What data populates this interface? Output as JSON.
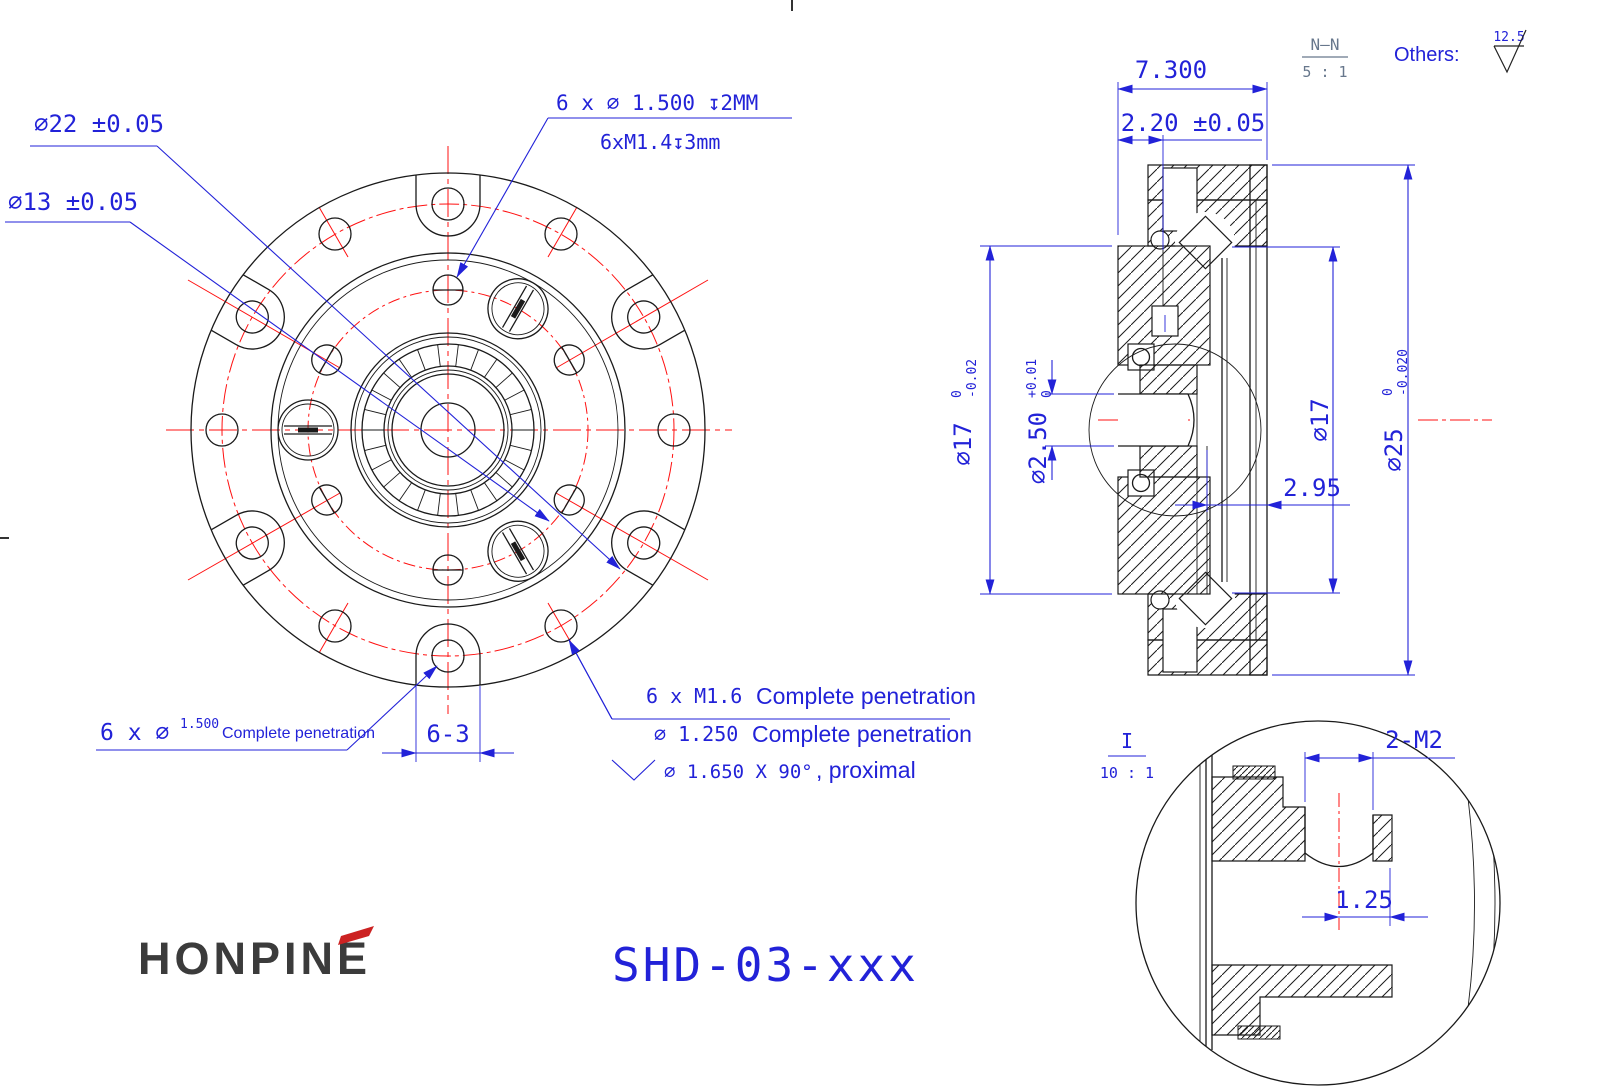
{
  "sheet": {
    "logo": "HONPINE",
    "part_number": "SHD-03-xxx"
  },
  "finish": {
    "others_label": "Others:",
    "roughness_value": "12.5"
  },
  "front_view": {
    "label_bcd22": "⌀22 ±0.05",
    "label_bcd13": "⌀13 ±0.05",
    "label_top_line1": "6 x ⌀ 1.500 ↧2MM",
    "label_top_line2": "6xM1.4↧3mm",
    "label_bottom_left_prefix": "6 x ⌀",
    "label_bottom_left_size": "1.500",
    "label_bottom_left_text": "Complete penetration",
    "dim_lobe_width": "6-3",
    "notes": {
      "line1_spec": "6 x M1.6",
      "line1_text": "Complete penetration",
      "line2_spec": "⌀ 1.250",
      "line2_text": "Complete penetration",
      "line3_spec": "⌀ 1.650 X 90°",
      "line3_suffix": ", proximal"
    }
  },
  "section_view": {
    "view_label": "N–N",
    "view_scale": "5 : 1",
    "dim_total_width": "7.300",
    "dim_left_width": "2.20 ±0.05",
    "dim_d17_left": {
      "value": "⌀17",
      "tol_upper": "0",
      "tol_lower": "-0.02"
    },
    "dim_bore": {
      "value": "⌀2.50",
      "tol_upper": "+0.01",
      "tol_lower": "0"
    },
    "dim_d17_right": {
      "value": "⌀17"
    },
    "dim_d25": {
      "value": "⌀25",
      "tol_upper": "0",
      "tol_lower": "-0.020"
    },
    "dim_step": "2.95"
  },
  "detail_view": {
    "view_label": "I",
    "view_scale": "10 : 1",
    "dim_thread": "2-M2",
    "dim_offset": "1.25"
  }
}
